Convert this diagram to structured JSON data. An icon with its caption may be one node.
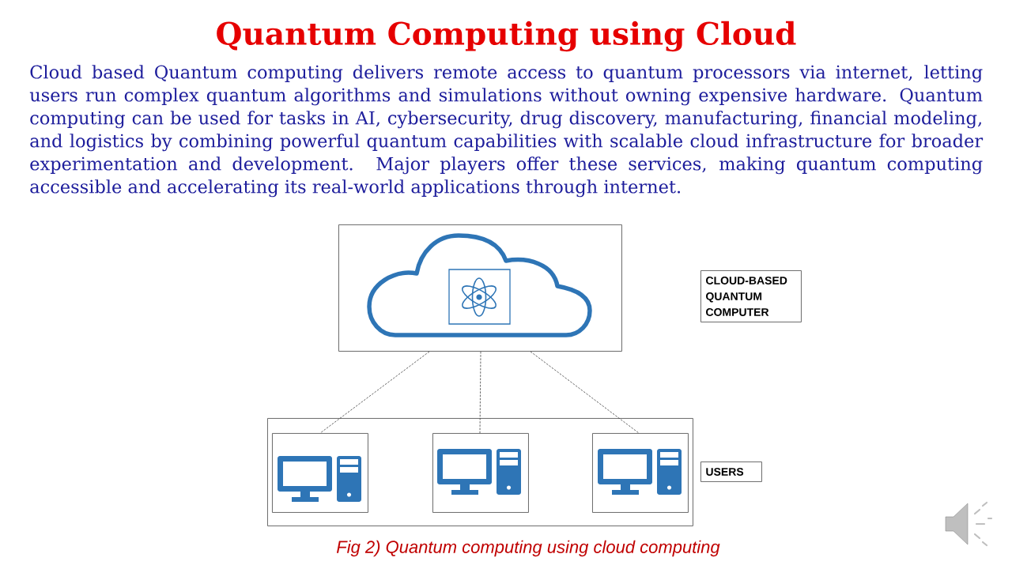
{
  "diagram": {
    "title": "Quantum Computing using Cloud",
    "caption": "Fig 2) Quantum computing using cloud computing",
    "nodes": [
      {
        "text": [],
        "shape": "box"
      },
      {
        "text": [
          "CLOUD-BASED QUANTUM COMPUTER"
        ]
      },
      {
        "text": [],
        "shape": "box"
      },
      {
        "text": [],
        "shape": "box",
        "in": 2
      },
      {
        "text": [],
        "shape": "box",
        "in": 2
      },
      {
        "text": [],
        "shape": "box",
        "in": 2
      },
      {
        "text": [
          "USERS"
        ]
      }
    ],
    "edges": [
      {
        "from": 0,
        "to": 3,
        "arrow": "none",
        "style": "dashed"
      },
      {
        "from": 0,
        "to": 4,
        "arrow": "none",
        "style": "dashed"
      },
      {
        "from": 0,
        "to": 5,
        "arrow": "none",
        "style": "dashed"
      }
    ],
    "labels": [
      "Cloud based Quantum computing delivers remote access to quantum processors via internet, letting users run complex quantum algorithms and simulations without owning expensive hardware. Quantum computing can be used for tasks in AI, cybersecurity, drug discovery, manufacturing, financial modeling, and logistics by combining powerful quantum capabilities with scalable cloud infrastructure for broader experimentation and development. Major players offer these services, making quantum computing accessible and accelerating its real-world applications through internet."
    ]
  }
}
